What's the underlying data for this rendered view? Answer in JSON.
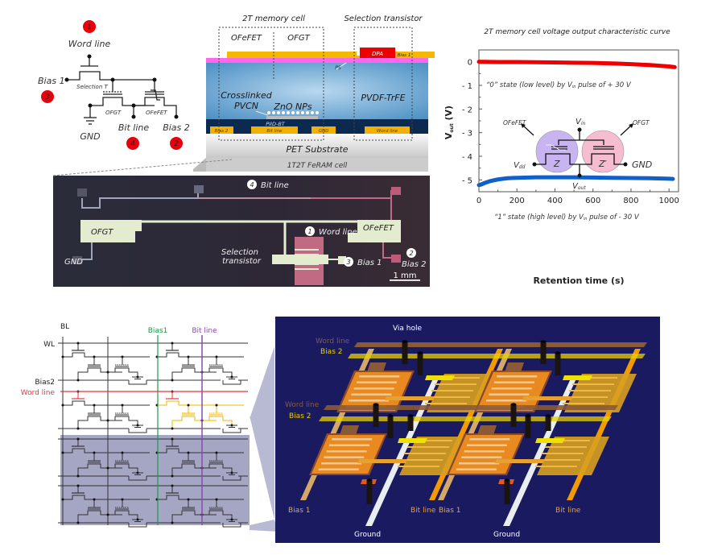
{
  "panel_a": {
    "schematic": {
      "word_line": "Word line",
      "bias1": "Bias 1",
      "selection_t": "Selection T",
      "ofgt": "OFGT",
      "ofefet": "OFeFET",
      "gnd": "GND",
      "bit_line": "Bit line",
      "bias2": "Bias 2",
      "markers": {
        "word_line": "1",
        "bias2": "2",
        "bias1": "3",
        "bit_line": "4"
      },
      "marker_color": "#e8000b"
    },
    "cross_section": {
      "title_memory": "2T memory cell",
      "title_selection": "Selection transistor",
      "ofefet": "OFeFET",
      "ofgt": "OFGT",
      "dpa": "DPA",
      "bias1": "Bias 1",
      "ps": "PS",
      "crosslinked": "Crosslinked",
      "pvcn": "PVCN",
      "zno": "ZnO NPs",
      "pvdf": "PVDF-TrFE",
      "piid": "PIID-BT",
      "electrodes": [
        "Bias 2",
        "Bit line",
        "GND",
        "Word line"
      ],
      "substrate": "PET Substrate",
      "caption": "1T2T FeRAM cell"
    },
    "micrograph": {
      "bit_line": "Bit line",
      "ofgt": "OFGT",
      "ofefet": "OFeFET",
      "word_line": "Word line",
      "selection": "Selection",
      "transistor": "transistor",
      "bias1": "Bias 1",
      "bias2": "Bias 2",
      "gnd": "GND",
      "scale": "1 mm",
      "markers": {
        "word_line": "1",
        "bias2": "2",
        "bias1": "3",
        "bit_line": "4"
      }
    }
  },
  "chart_data": {
    "type": "line",
    "title": "2T memory cell voltage output characteristic curve",
    "xlabel": "Retention time (s)",
    "ylabel": "Vout (V)",
    "ylabel_main": "V",
    "ylabel_sub": "out",
    "ylabel_unit": " (V)",
    "xlim": [
      0,
      1050
    ],
    "ylim": [
      -5.5,
      0.5
    ],
    "xticks": [
      0,
      200,
      400,
      600,
      800,
      1000
    ],
    "xtick_labels": [
      "0",
      "200",
      "400",
      "600",
      "800",
      "1000"
    ],
    "yticks": [
      0,
      -1,
      -2,
      -3,
      -4,
      -5
    ],
    "ytick_labels": [
      "0",
      "- 1",
      "- 2",
      "- 3",
      "- 4",
      "- 5"
    ],
    "series": [
      {
        "name": "\"0\" state (low level) by Vin pulse of + 30 V",
        "color": "#ee0000",
        "x": [
          0,
          100,
          200,
          300,
          400,
          500,
          600,
          700,
          800,
          900,
          1000,
          1030
        ],
        "y": [
          0.0,
          -0.01,
          -0.01,
          -0.02,
          -0.03,
          -0.04,
          -0.05,
          -0.07,
          -0.1,
          -0.14,
          -0.2,
          -0.23
        ]
      },
      {
        "name": "\"1\" state (high level) by Vin pulse of - 30 V",
        "color": "#1060c8",
        "x": [
          0,
          10,
          30,
          60,
          100,
          150,
          200,
          300,
          400,
          500,
          600,
          700,
          800,
          900,
          1000,
          1020
        ],
        "y": [
          -5.22,
          -5.2,
          -5.13,
          -5.05,
          -4.98,
          -4.93,
          -4.91,
          -4.89,
          -4.89,
          -4.89,
          -4.9,
          -4.91,
          -4.92,
          -4.93,
          -4.95,
          -4.96
        ]
      }
    ],
    "annotations": {
      "state0_pre": "“0” state (low level) by V",
      "state0_sub": "in",
      "state0_post": " pulse of + 30 V",
      "state1_pre": "“1” state (high level) by V",
      "state1_sub": "in",
      "state1_post": " pulse of - 30 V"
    },
    "inset": {
      "ofefet": "OFeFET",
      "ofgt": "OFGT",
      "vin_main": "V",
      "vin_sub": "in",
      "vdd_main": "V",
      "vdd_sub": "dd",
      "vout_main": "V",
      "vout_sub": "out",
      "z": "Z",
      "z_prime": "Z′",
      "gnd": "GND",
      "purple": "#c8b4f0",
      "pink": "#f6bcd0"
    },
    "grid": false
  },
  "panel_b": {
    "array": {
      "bl": "BL",
      "wl": "WL",
      "bias2": "Bias2",
      "word_line": "Word line",
      "bias1": "Bias1",
      "bit_line": "Bit line",
      "colors": {
        "word_line": "#e8343f",
        "bias1": "#1a9a4a",
        "bit_line": "#8a4cb0",
        "highlight": "#f0b400"
      }
    },
    "layout_3d": {
      "via_hole": "Via hole",
      "word_line_top": "Word line",
      "bias2_top": "Bias 2",
      "word_line_mid": "Word line",
      "bias2_mid": "Bias 2",
      "bias1_left": "Bias 1",
      "bit_line_left": "Bit line",
      "bias1_right": "Bias 1",
      "bit_line_right": "Bit line",
      "ground_left": "Ground",
      "ground_right": "Ground",
      "background": "#1a1a60"
    }
  }
}
